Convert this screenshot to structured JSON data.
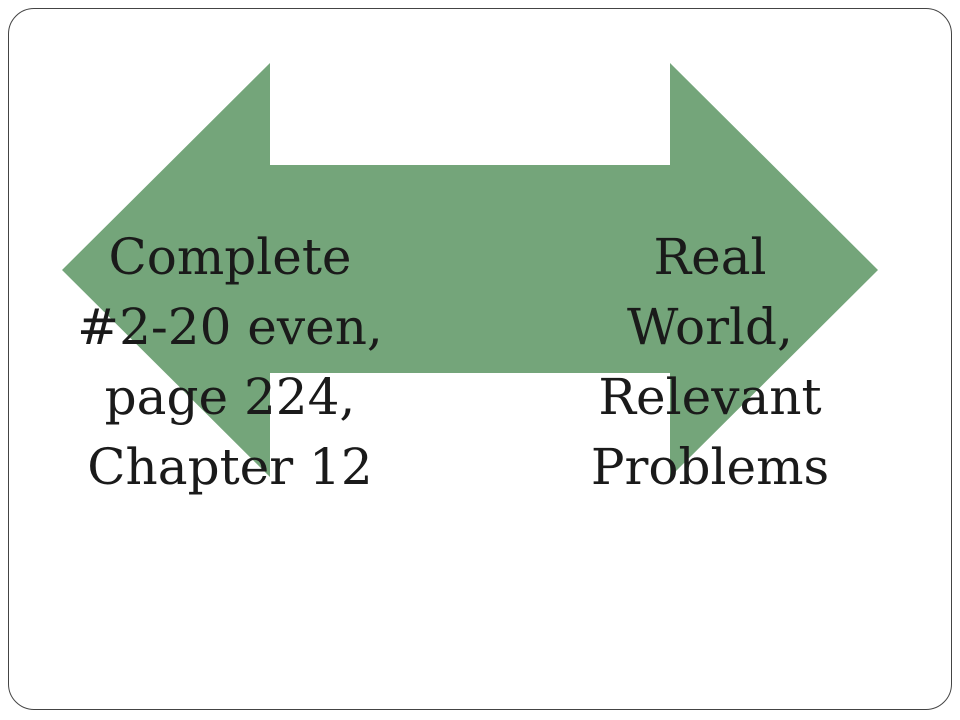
{
  "diagram": {
    "arrow_color": "#74a57a",
    "left_label": {
      "lines": [
        "Complete",
        "#2-20 even,",
        "page 224,",
        "Chapter 12"
      ]
    },
    "right_label": {
      "lines": [
        "Real",
        "World,",
        "Relevant",
        "Problems"
      ]
    }
  }
}
